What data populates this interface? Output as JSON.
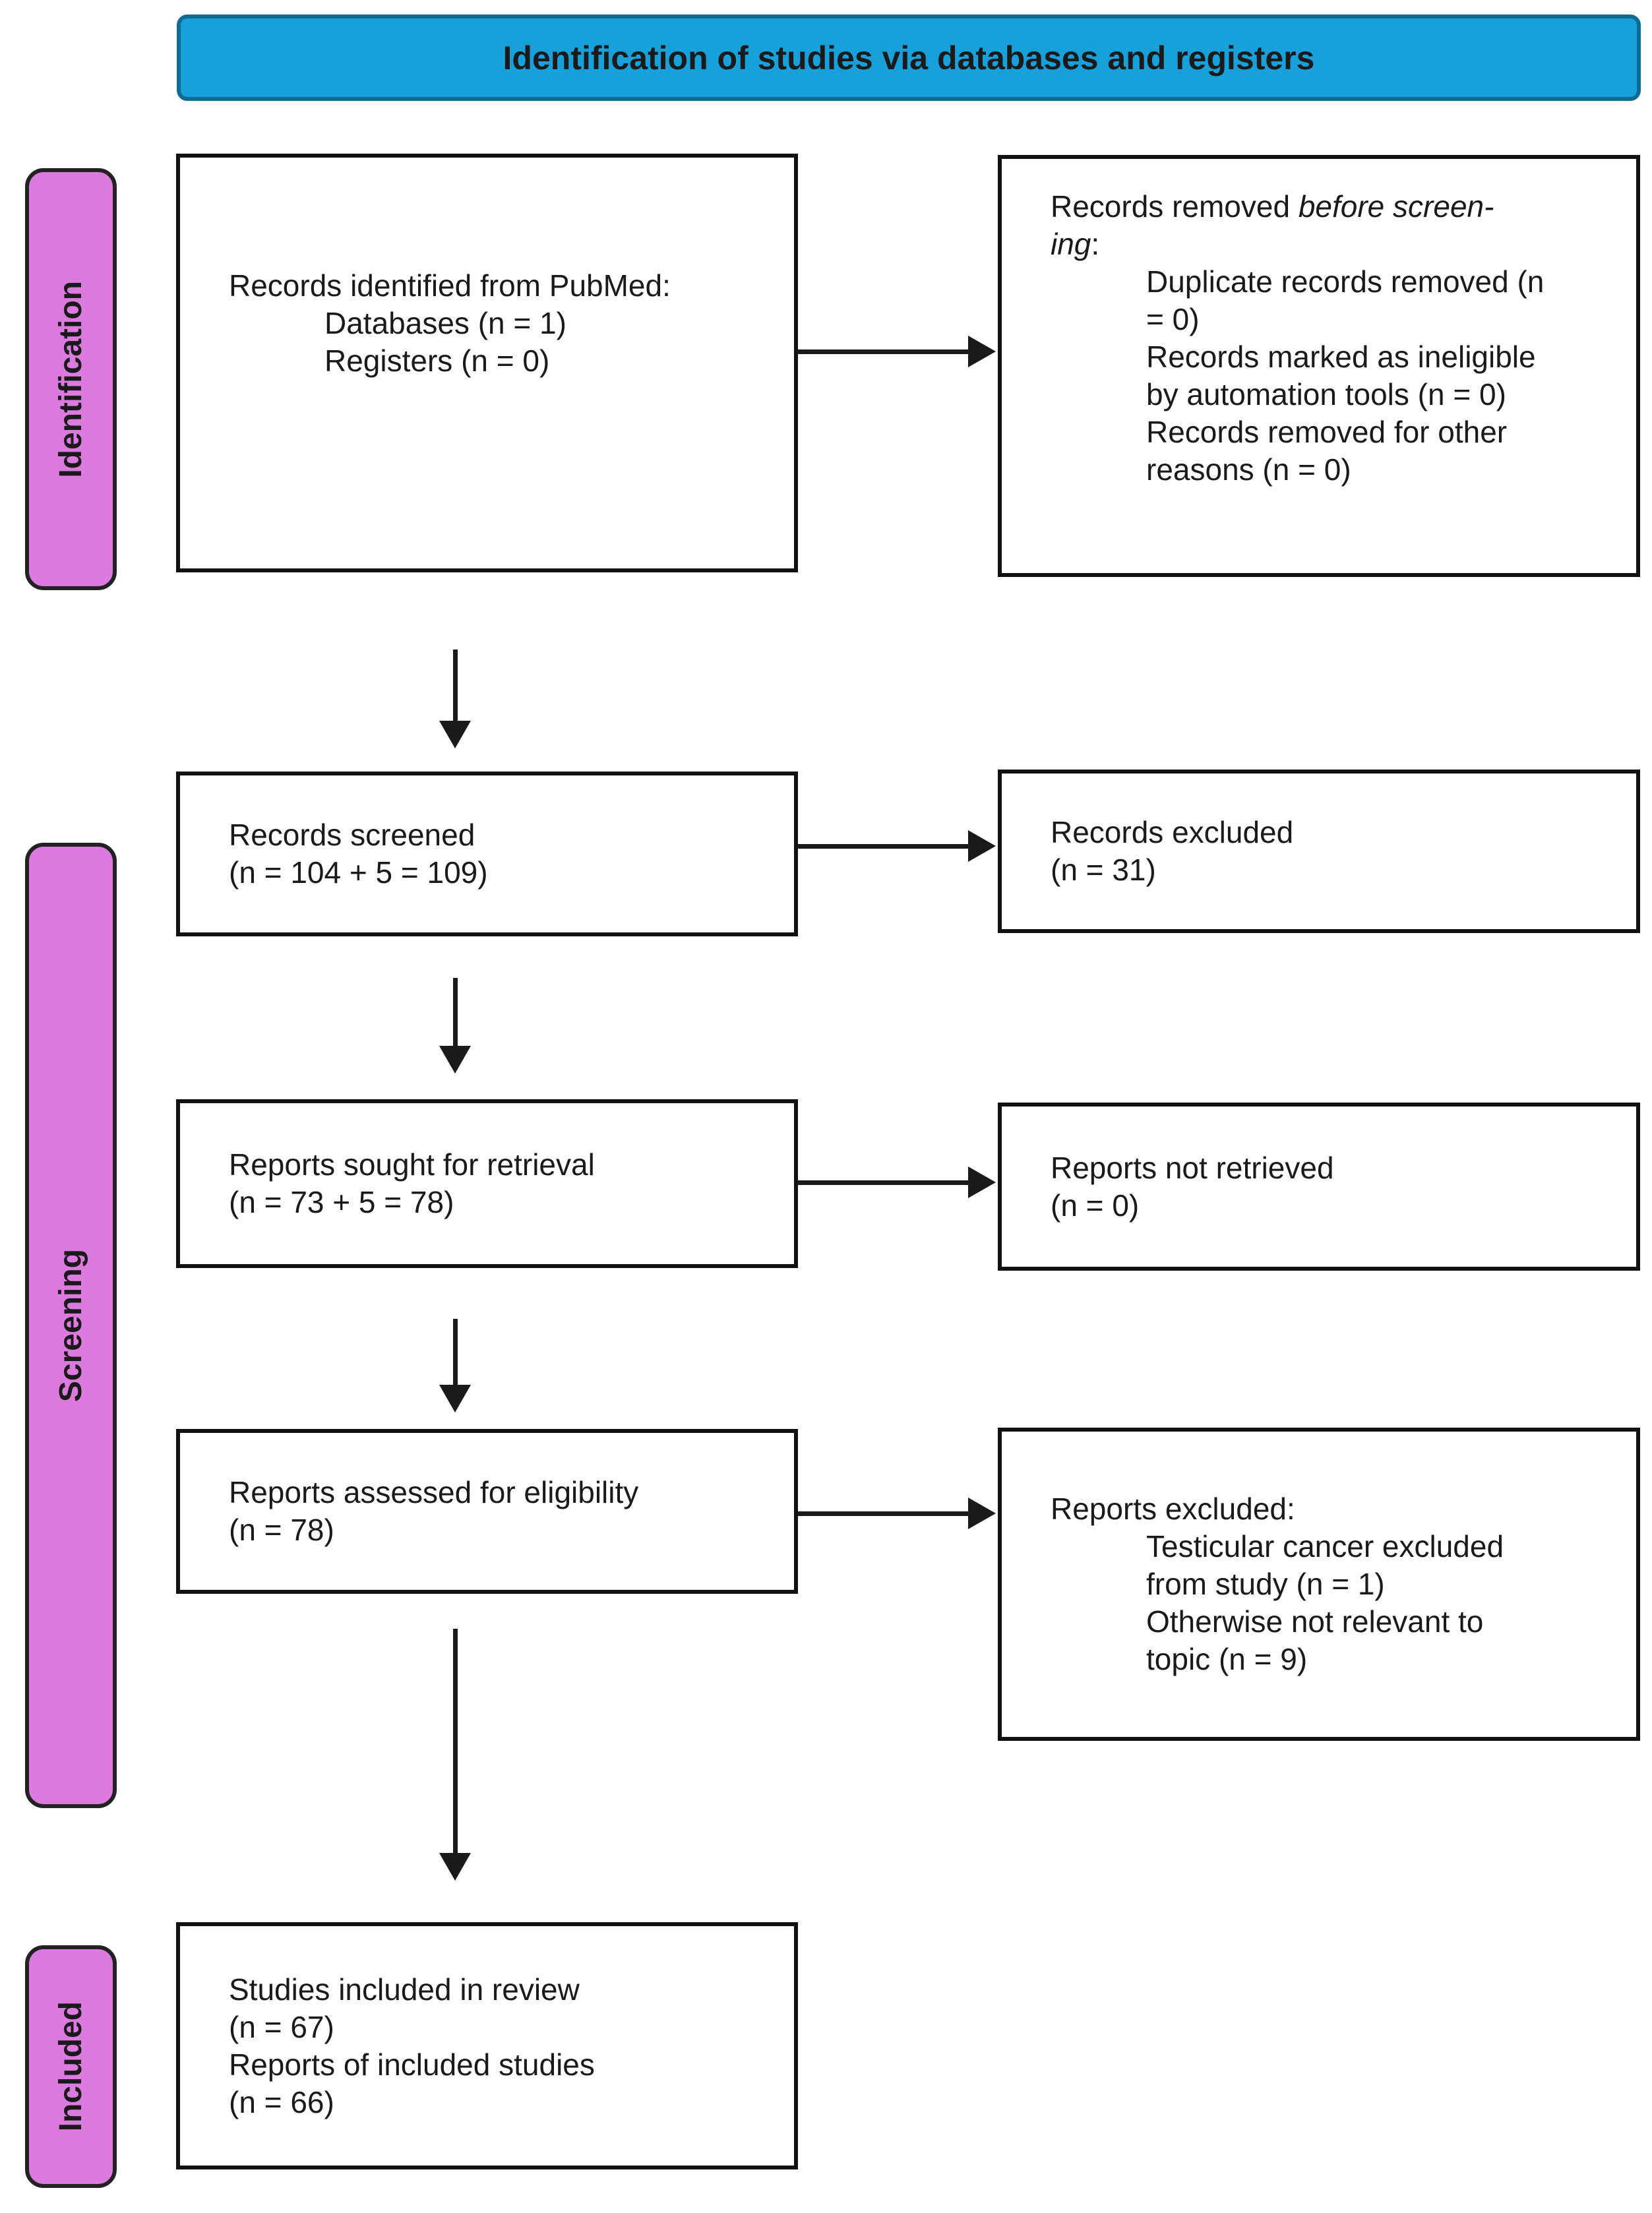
{
  "title": "Identification of studies via databases and registers",
  "colors": {
    "header_fill": "#18a0db",
    "header_border": "#0f6b93",
    "stage_fill": "#dd7adf",
    "stage_border": "#222222",
    "box_border": "#111111",
    "arrow": "#1a1a1a"
  },
  "stages": [
    {
      "label": "Identification"
    },
    {
      "label": "Screening"
    },
    {
      "label": "Included"
    }
  ],
  "boxes": {
    "records_identified": {
      "lines": [
        {
          "indent": false,
          "segs": [
            {
              "t": "Records identified from PubMed:"
            }
          ]
        },
        {
          "indent": true,
          "segs": [
            {
              "t": "Databases (n = 1)"
            }
          ]
        },
        {
          "indent": true,
          "segs": [
            {
              "t": "Registers (n = 0)"
            }
          ]
        }
      ]
    },
    "records_removed": {
      "lines": [
        {
          "indent": false,
          "segs": [
            {
              "t": "Records removed "
            },
            {
              "t": "before screen-",
              "i": true
            }
          ]
        },
        {
          "indent": false,
          "segs": [
            {
              "t": "ing",
              "i": true
            },
            {
              "t": ":"
            }
          ]
        },
        {
          "indent": true,
          "segs": [
            {
              "t": "Duplicate records removed (n"
            }
          ]
        },
        {
          "indent": true,
          "segs": [
            {
              "t": "= 0)"
            }
          ]
        },
        {
          "indent": true,
          "segs": [
            {
              "t": "Records marked as ineligible"
            }
          ]
        },
        {
          "indent": true,
          "segs": [
            {
              "t": "by automation tools (n = 0)"
            }
          ]
        },
        {
          "indent": true,
          "segs": [
            {
              "t": "Records removed for other"
            }
          ]
        },
        {
          "indent": true,
          "segs": [
            {
              "t": "reasons (n = 0)"
            }
          ]
        }
      ]
    },
    "records_screened": {
      "lines": [
        {
          "indent": false,
          "segs": [
            {
              "t": "Records screened"
            }
          ]
        },
        {
          "indent": false,
          "segs": [
            {
              "t": "(n = 104 + 5 = 109)"
            }
          ]
        }
      ]
    },
    "records_excluded": {
      "lines": [
        {
          "indent": false,
          "segs": [
            {
              "t": "Records excluded"
            }
          ]
        },
        {
          "indent": false,
          "segs": [
            {
              "t": "(n = 31)"
            }
          ]
        }
      ]
    },
    "reports_sought": {
      "lines": [
        {
          "indent": false,
          "segs": [
            {
              "t": "Reports sought for retrieval"
            }
          ]
        },
        {
          "indent": false,
          "segs": [
            {
              "t": "(n = 73 + 5 = 78)"
            }
          ]
        }
      ]
    },
    "reports_not_retrieved": {
      "lines": [
        {
          "indent": false,
          "segs": [
            {
              "t": "Reports not retrieved"
            }
          ]
        },
        {
          "indent": false,
          "segs": [
            {
              "t": "(n = 0)"
            }
          ]
        }
      ]
    },
    "reports_assessed": {
      "lines": [
        {
          "indent": false,
          "segs": [
            {
              "t": "Reports assessed for eligibility"
            }
          ]
        },
        {
          "indent": false,
          "segs": [
            {
              "t": "(n = 78)"
            }
          ]
        }
      ]
    },
    "reports_excluded": {
      "lines": [
        {
          "indent": false,
          "segs": [
            {
              "t": "Reports excluded:"
            }
          ]
        },
        {
          "indent": true,
          "segs": [
            {
              "t": "Testicular cancer excluded"
            }
          ]
        },
        {
          "indent": true,
          "segs": [
            {
              "t": "from study (n = 1)"
            }
          ]
        },
        {
          "indent": true,
          "segs": [
            {
              "t": "Otherwise not relevant to"
            }
          ]
        },
        {
          "indent": true,
          "segs": [
            {
              "t": "topic (n = 9)"
            }
          ]
        }
      ]
    },
    "studies_included": {
      "lines": [
        {
          "indent": false,
          "segs": [
            {
              "t": "Studies included in review"
            }
          ]
        },
        {
          "indent": false,
          "segs": [
            {
              "t": "(n = 67)"
            }
          ]
        },
        {
          "indent": false,
          "segs": [
            {
              "t": "Reports of included studies"
            }
          ]
        },
        {
          "indent": false,
          "segs": [
            {
              "t": "(n = 66)"
            }
          ]
        }
      ]
    }
  }
}
